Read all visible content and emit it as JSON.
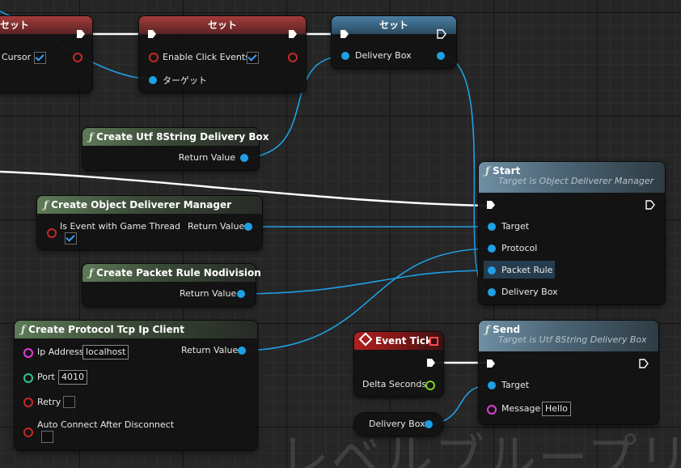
{
  "nodes": {
    "set_left": {
      "title": "セット",
      "cursor_label": "Cursor",
      "cursor_checked": true
    },
    "set_middle": {
      "title": "セット",
      "enable_click_label": "Enable Click Events",
      "target_label": "ターゲット"
    },
    "set_right": {
      "title": "セット",
      "delivery_box_label": "Delivery Box"
    },
    "create_utf8": {
      "title": "Create Utf 8String Delivery Box",
      "return_label": "Return Value"
    },
    "create_manager": {
      "title": "Create Object Deliverer Manager",
      "game_thread_label": "Is Event with Game Thread",
      "return_label": "Return Value"
    },
    "create_packet_rule": {
      "title": "Create Packet Rule Nodivision",
      "return_label": "Return Value"
    },
    "create_tcp": {
      "title": "Create Protocol Tcp Ip Client",
      "ip_label": "Ip Address",
      "ip_value": "localhost",
      "port_label": "Port",
      "port_value": "4010",
      "retry_label": "Retry",
      "auto_connect_label": "Auto Connect After Disconnect",
      "return_label": "Return Value"
    },
    "start": {
      "title": "Start",
      "subtitle": "Target is Object Deliverer Manager",
      "target_label": "Target",
      "protocol_label": "Protocol",
      "packet_rule_label": "Packet Rule",
      "delivery_box_label": "Delivery Box"
    },
    "event_tick": {
      "title": "Event Tick",
      "delta_label": "Delta Seconds"
    },
    "send": {
      "title": "Send",
      "subtitle": "Target is Utf 8String Delivery Box",
      "target_label": "Target",
      "message_label": "Message",
      "message_value": "Hello"
    },
    "delivery_box_var": {
      "label": "Delivery Box"
    }
  },
  "watermark": "レベルブループリン",
  "colors": {
    "object_pin": "#1fa0e6",
    "bool_pin": "#c62828",
    "string_pin": "#e53bd8",
    "int_pin": "#28c79a",
    "float_pin": "#7fd11f"
  }
}
